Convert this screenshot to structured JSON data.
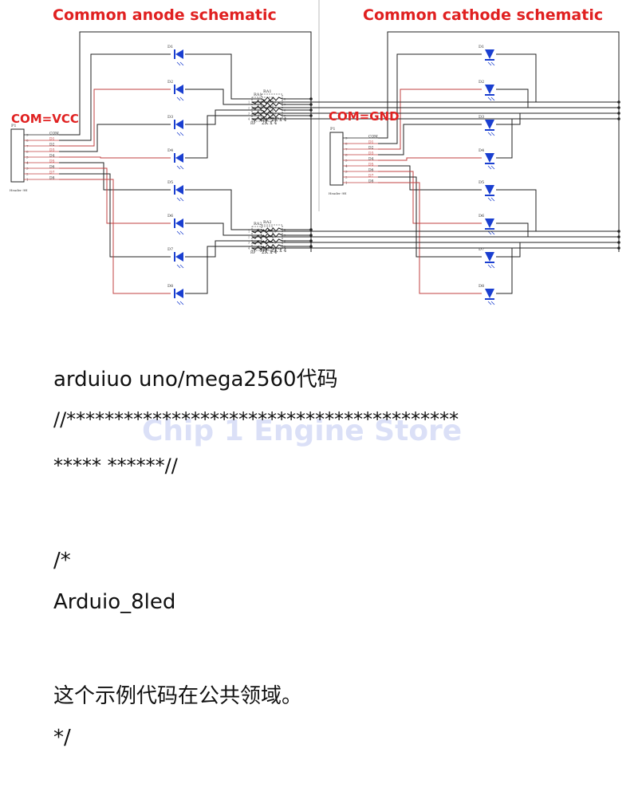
{
  "schematic": {
    "anode_title": "Common anode schematic",
    "cathode_title": "Common cathode schematic",
    "anode_com": "COM=VCC",
    "cathode_com": "COM=GND",
    "header_ref": "P1",
    "header_name": "Header 9H",
    "pin_labels": [
      "COM",
      "D1",
      "D2",
      "D3",
      "D4",
      "D5",
      "D6",
      "D7",
      "D8"
    ],
    "pin_numbers": [
      "9",
      "8",
      "7",
      "6",
      "5",
      "4",
      "3",
      "2",
      "1"
    ],
    "led_labels": [
      "D1",
      "D2",
      "D3",
      "D4",
      "D5",
      "D6",
      "D7",
      "D8"
    ],
    "resistor_refs": [
      "RA1",
      "RA2"
    ],
    "resistor_value": "2K x 4",
    "rp_label": "RP",
    "rp_pins": [
      "1",
      "2",
      "3",
      "4"
    ],
    "rp_pins_right": [
      "8",
      "7",
      "6",
      "5"
    ],
    "colors": {
      "title": "#e02020",
      "led": "#1a3fd0",
      "wire": "#222222",
      "signal": "#c04040"
    }
  },
  "watermark": "Chip 1 Engine Store",
  "code_lines": {
    "l1": "arduiuo uno/mega2560代码",
    "l2": "//*****************************************",
    "l3": "***** ******//",
    "l4": "/*",
    "l5": "Arduio_8led",
    "l6": "这个示例代码在公共领域。",
    "l7": "*/"
  }
}
